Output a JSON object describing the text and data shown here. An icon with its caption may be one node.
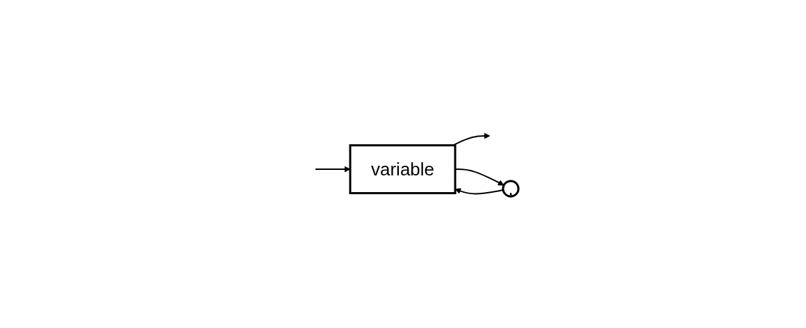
{
  "diagram": {
    "nodes": [
      {
        "text": [
          "variable"
        ]
      },
      {
        "text": [
          ","
        ]
      }
    ],
    "edges": [
      {
        "from": null,
        "to": 0,
        "arrow": "to"
      },
      {
        "from": 0,
        "to": null,
        "arrow": "to"
      },
      {
        "from": 0,
        "to": 1,
        "arrow": "to"
      },
      {
        "from": 1,
        "to": 0,
        "arrow": "to"
      }
    ]
  }
}
